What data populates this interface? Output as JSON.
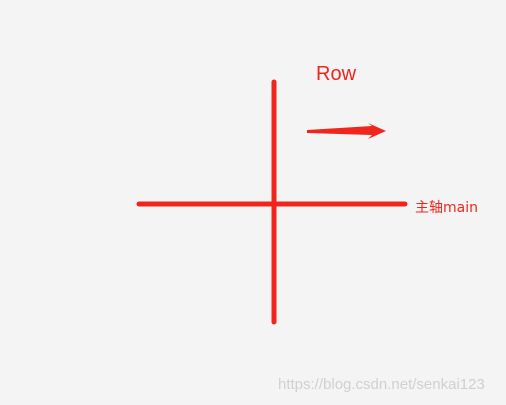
{
  "diagram": {
    "direction_label": "Row",
    "main_axis_label": "主轴main",
    "stroke_color": "#f0261c",
    "background_color": "#f4f4f4"
  },
  "watermark": {
    "text": "https://blog.csdn.net/senkai123"
  }
}
